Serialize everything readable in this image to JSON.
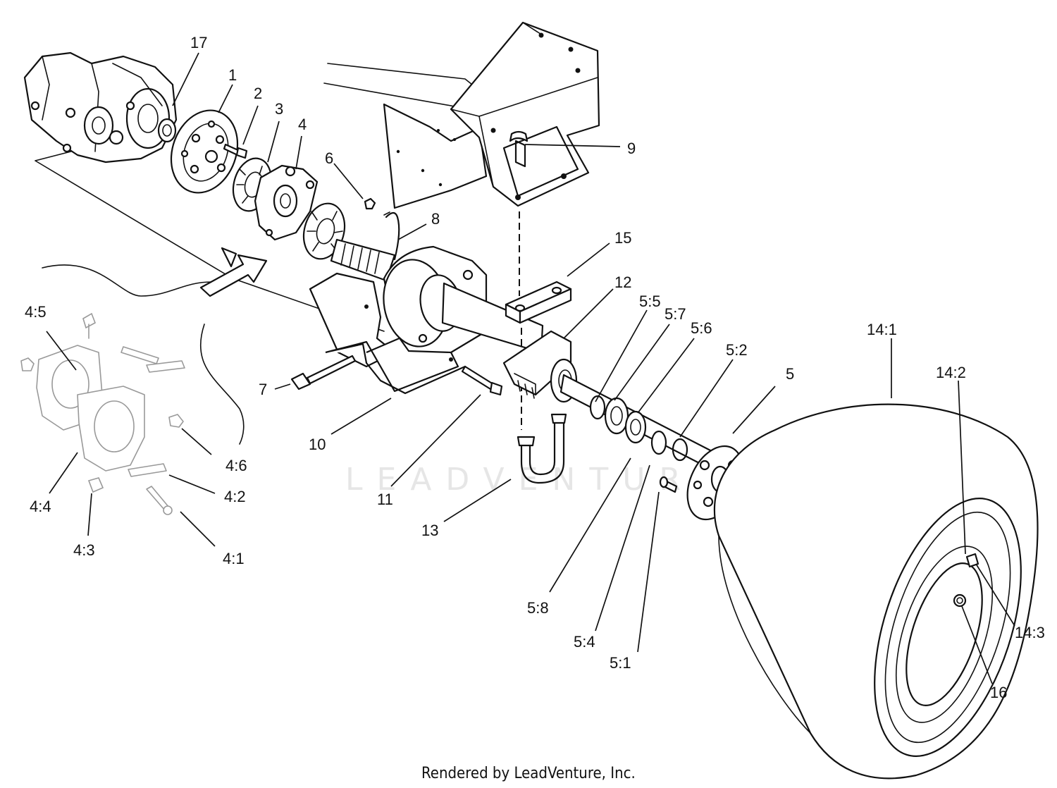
{
  "diagram": {
    "watermark": "LEADVENTURE",
    "credit": "Rendered by LeadVenture, Inc.",
    "callouts": [
      {
        "id": "c-17",
        "text": "17"
      },
      {
        "id": "c-1",
        "text": "1"
      },
      {
        "id": "c-2",
        "text": "2"
      },
      {
        "id": "c-3",
        "text": "3"
      },
      {
        "id": "c-4",
        "text": "4"
      },
      {
        "id": "c-6",
        "text": "6"
      },
      {
        "id": "c-8",
        "text": "8"
      },
      {
        "id": "c-9",
        "text": "9"
      },
      {
        "id": "c-15",
        "text": "15"
      },
      {
        "id": "c-12",
        "text": "12"
      },
      {
        "id": "c-5-5",
        "text": "5:5"
      },
      {
        "id": "c-5-7",
        "text": "5:7"
      },
      {
        "id": "c-5-6",
        "text": "5:6"
      },
      {
        "id": "c-5-2",
        "text": "5:2"
      },
      {
        "id": "c-5",
        "text": "5"
      },
      {
        "id": "c-14-1",
        "text": "14:1"
      },
      {
        "id": "c-14-2",
        "text": "14:2"
      },
      {
        "id": "c-14-3",
        "text": "14:3"
      },
      {
        "id": "c-16",
        "text": "16"
      },
      {
        "id": "c-7",
        "text": "7"
      },
      {
        "id": "c-10",
        "text": "10"
      },
      {
        "id": "c-11",
        "text": "11"
      },
      {
        "id": "c-13",
        "text": "13"
      },
      {
        "id": "c-5-8",
        "text": "5:8"
      },
      {
        "id": "c-5-4",
        "text": "5:4"
      },
      {
        "id": "c-5-1",
        "text": "5:1"
      },
      {
        "id": "c-4-5",
        "text": "4:5"
      },
      {
        "id": "c-4-6",
        "text": "4:6"
      },
      {
        "id": "c-4-2",
        "text": "4:2"
      },
      {
        "id": "c-4-4",
        "text": "4:4"
      },
      {
        "id": "c-4-3",
        "text": "4:3"
      },
      {
        "id": "c-4-1",
        "text": "4:1"
      }
    ]
  }
}
